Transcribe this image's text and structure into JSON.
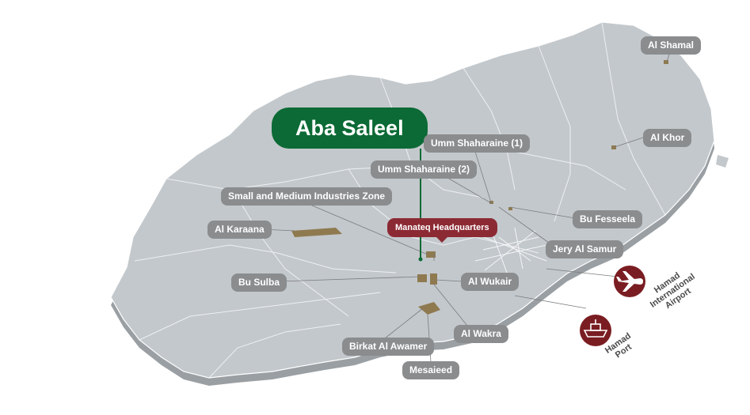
{
  "title": "Aba Saleel",
  "headquarters": "Manateq Headquarters",
  "locations": {
    "al_shamal": "Al Shamal",
    "al_khor": "Al Khor",
    "umm_shaharaine_1": "Umm Shaharaine (1)",
    "umm_shaharaine_2": "Umm Shaharaine (2)",
    "small_medium_industries": "Small and Medium Industries Zone",
    "al_karaana": "Al Karaana",
    "bu_fesseela": "Bu Fesseela",
    "jery_al_samur": "Jery Al Samur",
    "bu_sulba": "Bu Sulba",
    "al_wukair": "Al Wukair",
    "al_wakra": "Al Wakra",
    "birkat_al_awamer": "Birkat Al Awamer",
    "mesaieed": "Mesaieed"
  },
  "destinations": {
    "airport_line1": "Hamad",
    "airport_line2": "International",
    "airport_line3": "Airport",
    "port_line1": "Hamad",
    "port_line2": "Port"
  },
  "icons": {
    "airport": "airplane-icon",
    "port": "ship-icon"
  },
  "colors": {
    "title_green": "#0b6a35",
    "headquarters_red": "#8c2a34",
    "label_gray": "#8a8c8e",
    "land": "#c3c8cc",
    "land_side": "#9a9fa3",
    "zone_gold": "#8f7a50",
    "icon_circle": "#7a1d22"
  }
}
